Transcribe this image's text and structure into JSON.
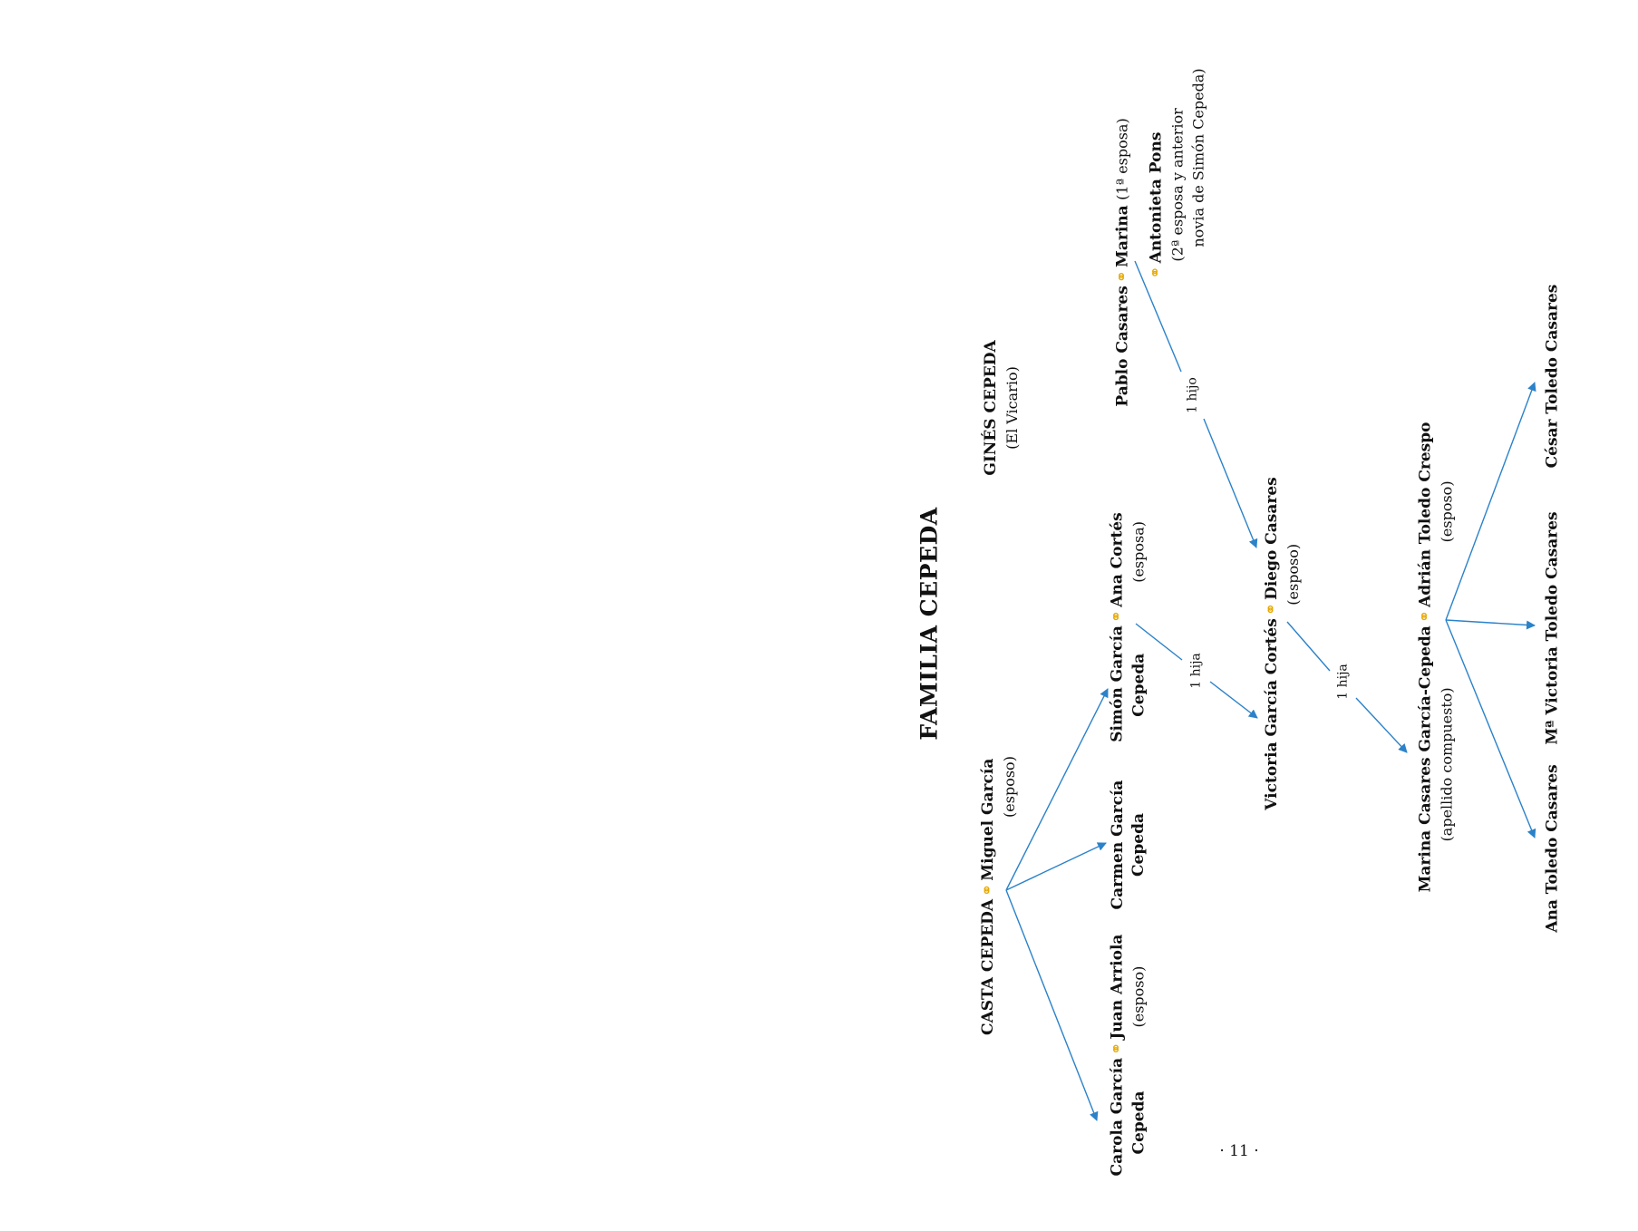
{
  "title": "FAMILIA CEPEDA",
  "marriage_symbol": "⚭",
  "page_number": "· 11 ·",
  "colors": {
    "arrow": "#2b82c9",
    "marriage": "#e7a800",
    "text": "#111111"
  },
  "people": {
    "gines": {
      "name": "GINÉS CEPEDA",
      "note": "(El Vicario)"
    },
    "casta": {
      "name": "CASTA CEPEDA"
    },
    "miguel": {
      "name": "Miguel García",
      "note": "(esposo)"
    },
    "carola": {
      "name_1": "Carola García",
      "name_2": "Cepeda"
    },
    "juan": {
      "name": "Juan Arriola",
      "note": "(esposo)"
    },
    "carmen": {
      "name_1": "Carmen García",
      "name_2": "Cepeda"
    },
    "simon": {
      "name_1": "Simón García",
      "name_2": "Cepeda"
    },
    "ana_cortes": {
      "name": "Ana Cortés",
      "note": "(esposa)"
    },
    "pablo": {
      "name": "Pablo Casares"
    },
    "marina_1": {
      "name": "Marina",
      "note": "(1ª esposa)"
    },
    "antonieta": {
      "name": "Antonieta Pons",
      "note_1": "(2ª esposa y anterior",
      "note_2": "novia de Simón Cepeda)"
    },
    "victoria": {
      "name": "Victoria García Cortés"
    },
    "diego": {
      "name": "Diego Casares",
      "note": "(esposo)"
    },
    "marina_casares": {
      "name": "Marina Casares García-Cepeda",
      "note": "(apellido compuesto)"
    },
    "adrian": {
      "name": "Adrián Toledo Crespo",
      "note": "(esposo)"
    },
    "ana_toledo": {
      "name": "Ana Toledo Casares"
    },
    "ma_victoria": {
      "name": "Mª Victoria Toledo Casares"
    },
    "cesar": {
      "name": "César Toledo Casares"
    }
  },
  "edge_labels": {
    "pablo_diego": "1 hijo",
    "simon_victoria": "1 hija",
    "victoria_marina": "1 hija"
  }
}
